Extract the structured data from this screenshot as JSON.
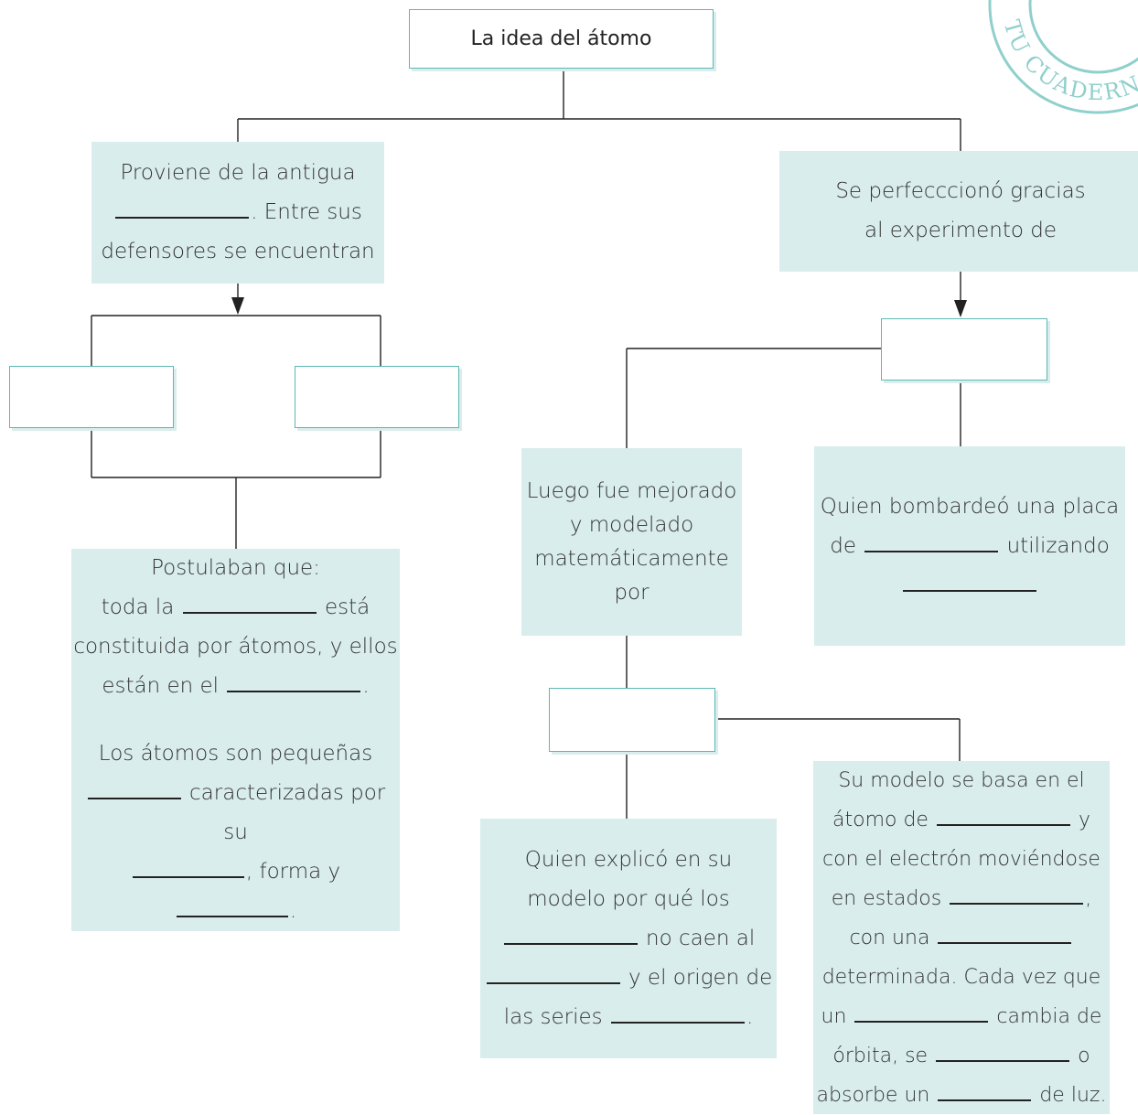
{
  "title": "La idea del átomo",
  "stamp": "TU CUADERNO",
  "nodes": {
    "antigua": {
      "line1": "Proviene de la antigua",
      "line2_after": ". Entre sus",
      "line3": "defensores se encuentran"
    },
    "perfecciono": {
      "line1": "Se perfecccionó gracias",
      "line2": "al experimento de"
    },
    "postulaban": {
      "line1": "Postulaban que:",
      "line2_before": "toda la",
      "line2_after": "está",
      "line3": "constituida por átomos, y ellos",
      "line4_before": "están en el",
      "line4_after": ".",
      "line5": "Los átomos son pequeñas",
      "line6_after": "caracterizadas por su",
      "line7_mid": ", forma y",
      "line7_after": "."
    },
    "mejorado": {
      "line1": "Luego fue mejorado",
      "line2": "y modelado",
      "line3": "matemáticamente",
      "line4": "por"
    },
    "bombardeo": {
      "line1": "Quien bombardeó una placa",
      "line2_before": "de",
      "line2_after": "utilizando"
    },
    "explico": {
      "line1": "Quien explicó en su",
      "line2": "modelo por qué los",
      "line3_after": "no caen al",
      "line4_after": "y el origen de",
      "line5_before": "las series",
      "line5_after": "."
    },
    "modelo": {
      "line1": "Su modelo se basa en el",
      "line2_before": "átomo de",
      "line2_after": "y",
      "line3": "con el electrón moviéndose",
      "line4_before": "en estados",
      "line4_after": ",",
      "line5_before": "con una",
      "line6": "determinada. Cada vez que",
      "line7_before": "un",
      "line7_after": "cambia de",
      "line8_before": "órbita, se",
      "line8_after": "o",
      "line9_before": "absorbe un",
      "line9_after": "de luz."
    }
  },
  "colors": {
    "accent": "#5cb8b2",
    "box_fill": "#d9edec",
    "line": "#222222"
  }
}
